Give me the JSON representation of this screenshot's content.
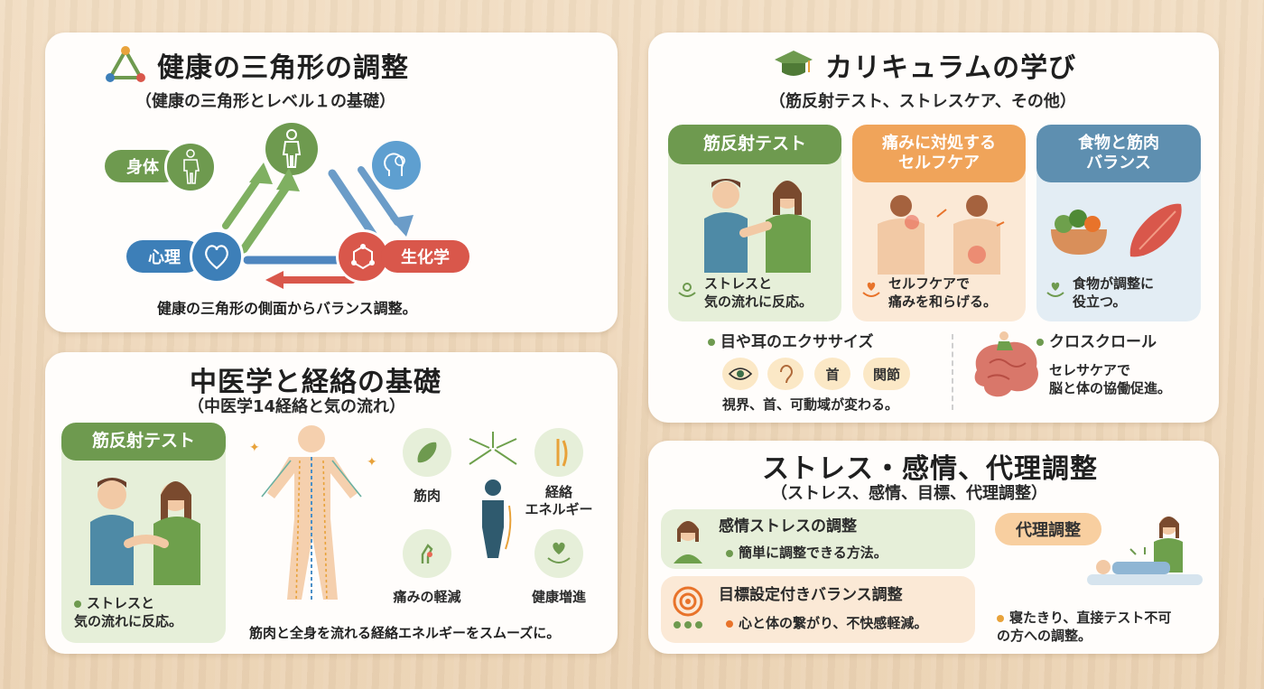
{
  "panel1": {
    "title": "健康の三角形の調整",
    "subtitle": "（健康の三角形とレベル１の基礎）",
    "nodes": {
      "body": "身体",
      "mind": "心理",
      "chem": "生化学"
    },
    "caption": "健康の三角形の側面からバランス調整。",
    "colors": {
      "green": "#6e9a4f",
      "blue": "#3d7fb8",
      "red": "#d9574b"
    }
  },
  "panel2": {
    "title": "中医学と経絡の基礎",
    "subtitle": "（中医学14経絡と気の流れ）",
    "card_title": "筋反射テスト",
    "card_caption_1": "ストレスと",
    "card_caption_2": "気の流れに反応。",
    "labels": {
      "muscle": "筋肉",
      "meridian_1": "経絡",
      "meridian_2": "エネルギー",
      "pain": "痛みの軽減",
      "health": "健康増進"
    },
    "caption": "筋肉と全身を流れる経絡エネルギーをスムーズに。"
  },
  "panel3": {
    "title": "カリキュラムの学び",
    "subtitle": "（筋反射テスト、ストレスケア、その他）",
    "cards": [
      {
        "head": "筋反射テスト",
        "line1": "ストレスと",
        "line2": "気の流れに反応。"
      },
      {
        "head1": "痛みに対処する",
        "head2": "セルフケア",
        "line1": "セルフケアで",
        "line2": "痛みを和らげる。"
      },
      {
        "head1": "食物と筋肉",
        "head2": "バランス",
        "line1": "食物が調整に",
        "line2": "役立つ。"
      }
    ],
    "eye_ear": {
      "title": "目や耳のエクササイズ",
      "chips": [
        "首",
        "関節"
      ],
      "caption": "視界、首、可動域が変わる。"
    },
    "crawl": {
      "title": "クロスクロール",
      "line1": "セレサケアで",
      "line2": "脳と体の協働促進。"
    }
  },
  "panel4": {
    "title": "ストレス・感情、代理調整",
    "subtitle": "（ストレス、感情、目標、代理調整）",
    "emotion": {
      "title": "感情ストレスの調整",
      "desc": "簡単に調整できる方法。"
    },
    "goal": {
      "title": "目標設定付きバランス調整",
      "desc": "心と体の繋がり、不快感軽減。"
    },
    "proxy": {
      "title": "代理調整",
      "line1": "寝たきり、直接テスト不可",
      "line2": "の方への調整。"
    }
  }
}
